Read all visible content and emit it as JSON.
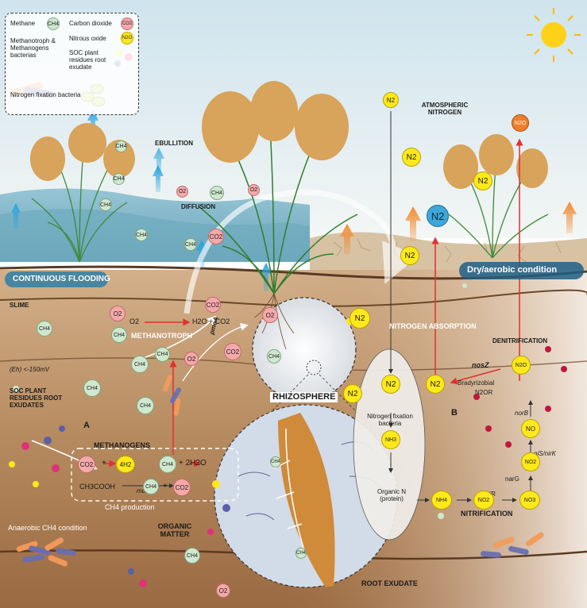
{
  "legend": {
    "methane": "Methane",
    "carbon_dioxide": "Carbon dioxide",
    "nitrous_oxide": "Nitrous oxide",
    "methanotroph": "Methanotroph & Methanogens bacterias",
    "soc": "SOC plant residues root exudate",
    "nitrogen_fixation": "Nitrogen fixation bacteria"
  },
  "molecules": {
    "ch4": "CH4",
    "co2": "CO2",
    "o2": "O2",
    "n2": "N2",
    "n2o": "N2O",
    "nh3": "NH3",
    "nh4": "NH4",
    "no2": "NO2",
    "no3": "NO3",
    "no": "NO",
    "h2": "4H2"
  },
  "labels": {
    "ebullition": "EBULLITION",
    "diffusion": "DIFFUSION",
    "atmospheric_nitrogen": "ATMOSPHERIC NITROGEN",
    "continuous_flooding": "CONTINUOUS FLOODING",
    "dry_aerobic": "Dry/aerobic condition",
    "slime": "SLIME",
    "methanotroph": "METHANOTROPH",
    "eh": "(Eh) <-150mV",
    "soc": "SOC PLANT RESIDUES ROOT EXUDATES",
    "rhizosphere": "RHIZOSPHERE",
    "nitrogen_absorption": "NITROGEN ABSORPTION",
    "denitrification": "DENITRIFICATION",
    "nosz": "nosZ",
    "bradyrizobial": "Bradyrizobial",
    "n2or": "N2OR",
    "norb": "norB",
    "nis_nirk": "niS/nirK",
    "narg": "narG",
    "nxr": "NXR",
    "nitrification": "NITRIFICATION",
    "panel_a": "A",
    "panel_b": "B",
    "methanogens": "METHANOGENS",
    "mcra": "mcrA",
    "ch4_production": "CH4 production",
    "anaerobic": "Anaerobic CH4 condition",
    "organic_matter": "ORGANIC MATTER",
    "pmoa": "pmoA",
    "nitrogen_fixation_bacteria": "Nitrogen fixation bacteria",
    "organic_n": "Organic N (protein)",
    "root_exudate": "ROOT EXUDATE",
    "plus": "+",
    "plus_2h2o": "+ 2H2O",
    "h2o_co2": "H2O + CO2",
    "ch3cooh": "CH3COOH"
  },
  "colors": {
    "sky": "#d9ecf5",
    "water": "#7fb6c8",
    "soil_top": "#c9a27a",
    "soil_bottom": "#8a5a36",
    "flood_banner": "#2f7fa6",
    "dry_banner": "#1f5f86",
    "arrow_blue": "#2aa3e0",
    "arrow_orange": "#f28a2f",
    "arrow_red": "#e0312f"
  }
}
